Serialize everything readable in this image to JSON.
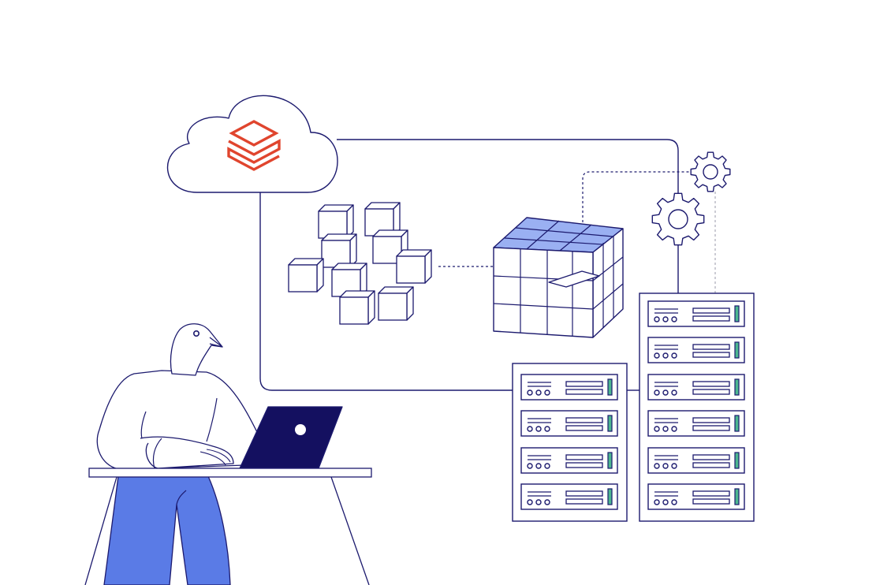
{
  "colors": {
    "line": "#1c1a6e",
    "brand": "#e0452e",
    "accent_blue": "#5a7be6",
    "cube_top": "#9ab0f2",
    "laptop": "#141060",
    "led": "#4cb68f",
    "background": "#ffffff"
  },
  "icons": {
    "cloud": "cloud-icon",
    "brand_logo": "layered-stack-logo",
    "gear": "gear-icon",
    "server": "server-rack-icon",
    "cube": "data-cube-icon",
    "laptop": "laptop-icon"
  },
  "servers": {
    "left_rack_units": 4,
    "right_rack_units": 6
  }
}
